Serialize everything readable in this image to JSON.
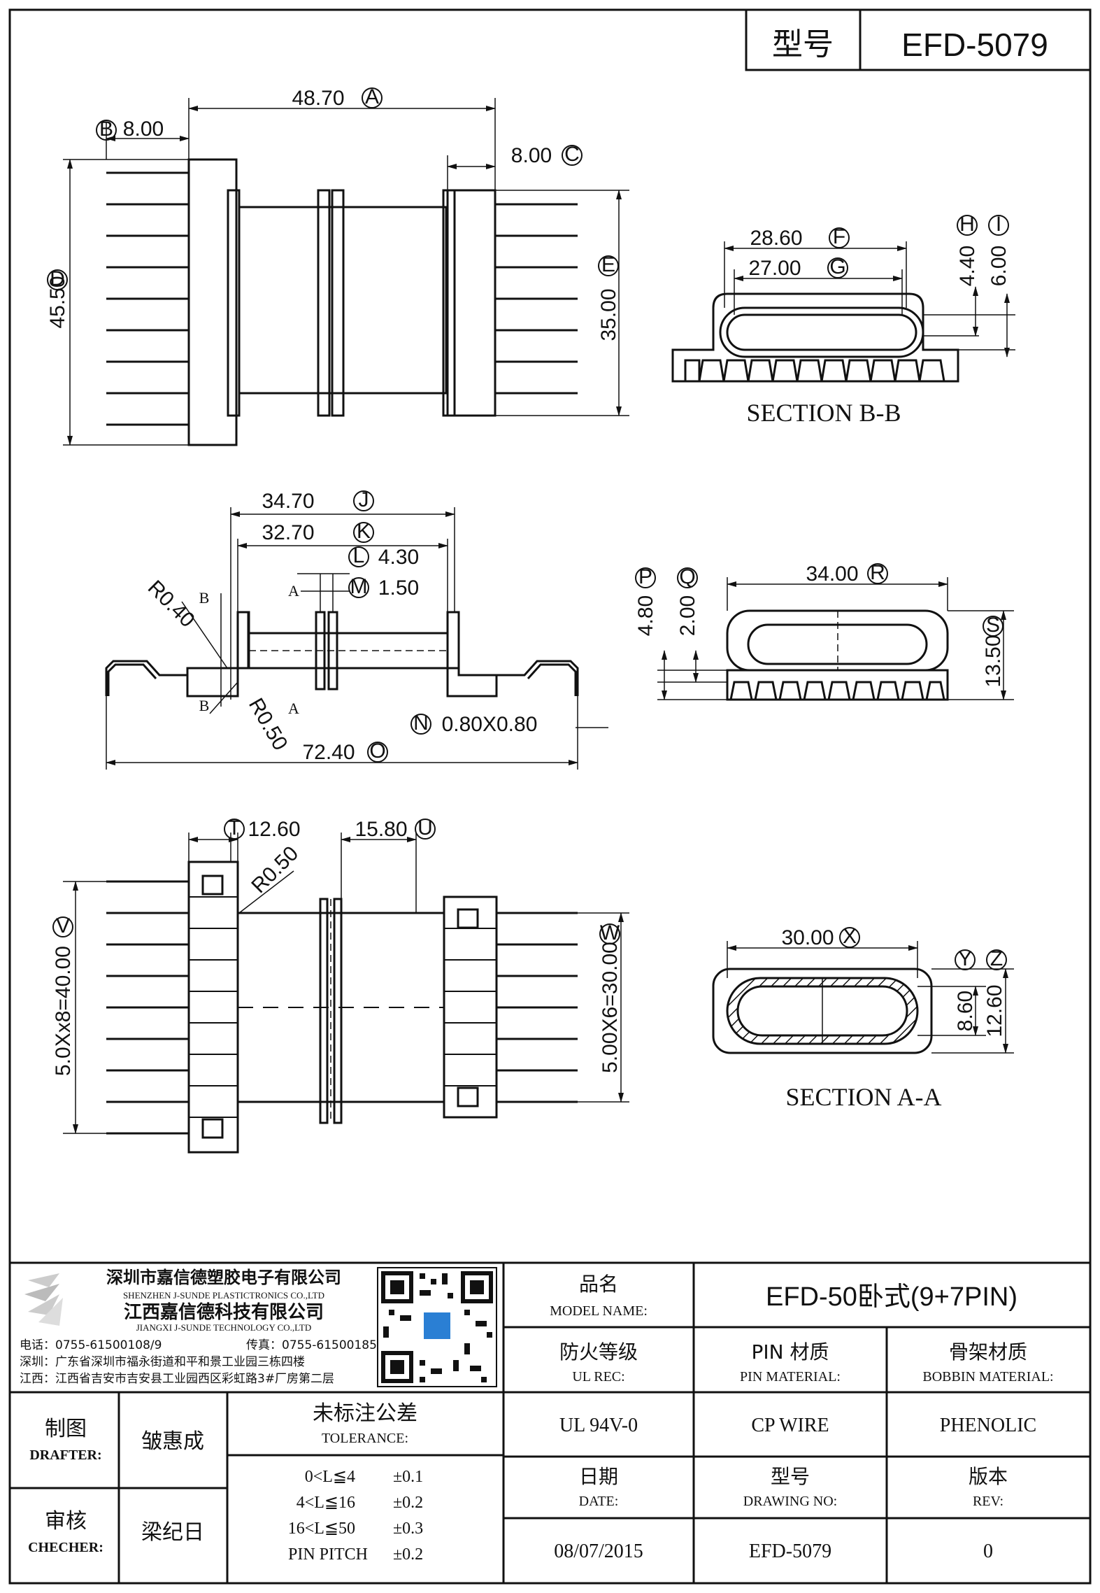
{
  "header": {
    "label": "型号",
    "value": "EFD-5079"
  },
  "dims": {
    "A": "48.70",
    "B": "8.00",
    "C": "8.00",
    "D": "45.50",
    "E": "35.00",
    "F": "28.60",
    "G": "27.00",
    "H": "4.40",
    "I": "6.00",
    "J": "34.70",
    "K": "32.70",
    "L": "4.30",
    "M": "1.50",
    "N": "0.80X0.80",
    "O": "72.40",
    "P": "4.80",
    "Q": "2.00",
    "R": "34.00",
    "S": "13.50",
    "T": "12.60",
    "U": "15.80",
    "V": "5.0Xx8=40.00",
    "W": "5.00X6=30.00",
    "X": "30.00",
    "Y": "8.60",
    "Z": "12.60",
    "r1": "R0.40",
    "r2": "R0.50",
    "r3": "R0.50"
  },
  "letters": {
    "A": "A",
    "B": "B",
    "C": "C",
    "D": "D",
    "E": "E",
    "F": "F",
    "G": "G",
    "H": "H",
    "I": "I",
    "J": "J",
    "K": "K",
    "L": "L",
    "M": "M",
    "N": "N",
    "O": "O",
    "P": "P",
    "Q": "Q",
    "R": "R",
    "S": "S",
    "T": "T",
    "U": "U",
    "V": "V",
    "W": "W",
    "X": "X",
    "Y": "Y",
    "Z": "Z"
  },
  "sections": {
    "bb": "SECTION B-B",
    "aa": "SECTION A-A",
    "cut_a": "A",
    "cut_b": "B"
  },
  "company": {
    "cn1": "深圳市嘉信德塑胶电子有限公司",
    "en1": "SHENZHEN J-SUNDE PLASTICTRONICS CO.,LTD",
    "cn2": "江西嘉信德科技有限公司",
    "en2": "JIANGXI J-SUNDE TECHNOLOGY CO.,LTD",
    "tel": "电话：0755-61500108/9",
    "fax": "传真：0755-61500185",
    "addr_sz": "深圳：广东省深圳市福永街道和平和景工业园三栋四楼",
    "addr_jx": "江西：江西省吉安市吉安县工业园西区彩虹路3#厂房第二层"
  },
  "title_block": {
    "model_cn": "品名",
    "model_en": "MODEL NAME:",
    "model_value": "EFD-50卧式(9+7PIN)",
    "ul_cn": "防火等级",
    "ul_en": "UL REC:",
    "ul_value": "UL 94V-0",
    "pin_cn": "PIN 材质",
    "pin_en": "PIN MATERIAL:",
    "pin_value": "CP WIRE",
    "bobbin_cn": "骨架材质",
    "bobbin_en": "BOBBIN MATERIAL:",
    "bobbin_value": "PHENOLIC",
    "drafter_cn": "制图",
    "drafter_en": "DRAFTER:",
    "drafter_value": "皱惠成",
    "checker_cn": "审核",
    "checker_en": "CHECHER:",
    "checker_value": "梁纪日",
    "tol_cn": "未标注公差",
    "tol_en": "TOLERANCE:",
    "tolerances": [
      {
        "range": "0<L≦4",
        "value": "±0.1"
      },
      {
        "range": "4<L≦16",
        "value": "±0.2"
      },
      {
        "range": "16<L≦50",
        "value": "±0.3"
      },
      {
        "range": "PIN PITCH",
        "value": "±0.2"
      }
    ],
    "date_cn": "日期",
    "date_en": "DATE:",
    "date_value": "08/07/2015",
    "dwg_cn": "型号",
    "dwg_en": "DRAWING NO:",
    "dwg_value": "EFD-5079",
    "rev_cn": "版本",
    "rev_en": "REV:",
    "rev_value": "0"
  }
}
